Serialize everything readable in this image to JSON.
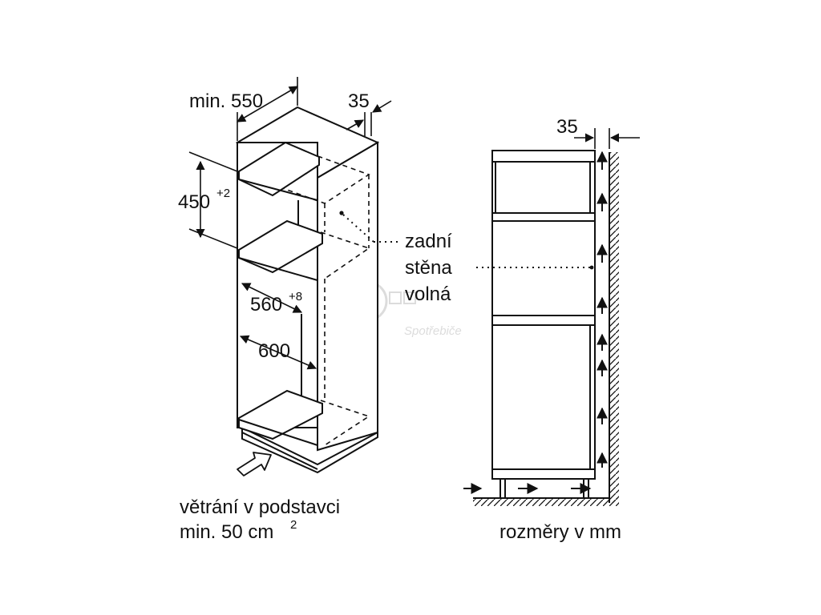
{
  "labels": {
    "min550": "min. 550",
    "d35_left": "35",
    "d450": "450",
    "d450_tol": "+2",
    "d560": "560",
    "d560_tol": "+8",
    "d600": "600",
    "rear_wall_1": "zadní",
    "rear_wall_2": "stěna",
    "rear_wall_3": "volná",
    "vent_1": "větrání v podstavci",
    "vent_2": "min. 50 cm",
    "vent_2_sup": "2",
    "d35_right": "35",
    "units": "rozměry v mm"
  },
  "watermark": {
    "text": "Spotřebiče"
  },
  "colors": {
    "line": "#111111",
    "watermark": "#d9d9d9"
  }
}
